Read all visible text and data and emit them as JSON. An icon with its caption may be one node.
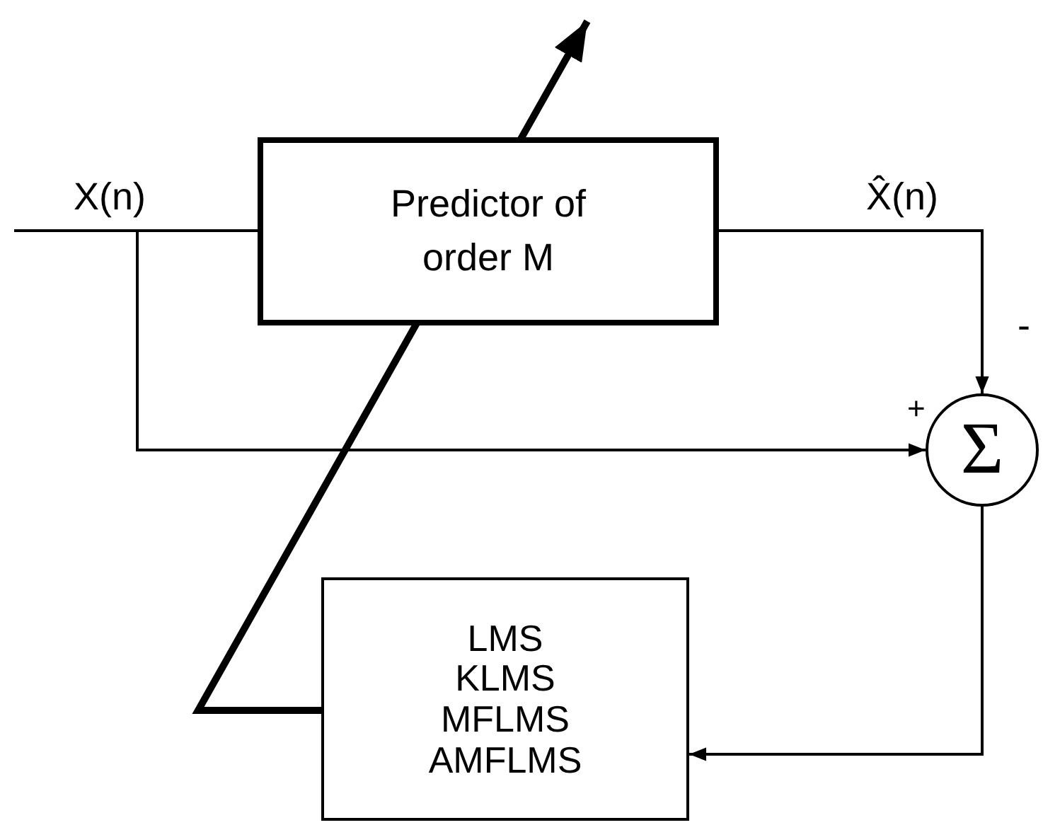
{
  "diagram": {
    "nodes": [
      {
        "text": [
          "Predictor of order M"
        ]
      },
      {
        "text": [
          "Σ"
        ]
      },
      {
        "text": [
          "LMS",
          "KLMS",
          "MFLMS",
          "AMFLMS"
        ]
      }
    ],
    "edges": [
      {
        "from": null,
        "to": 0,
        "arrow": "none"
      },
      {
        "from": 0,
        "to": 1,
        "arrow": "to"
      },
      {
        "from": null,
        "to": 1,
        "arrow": "to"
      },
      {
        "from": 1,
        "to": 2,
        "arrow": "to"
      },
      {
        "from": 2,
        "to": null,
        "arrow": "to",
        "style": "thick"
      }
    ],
    "labels": [
      "X(n)",
      "X̂(n)",
      "-",
      "+"
    ]
  }
}
